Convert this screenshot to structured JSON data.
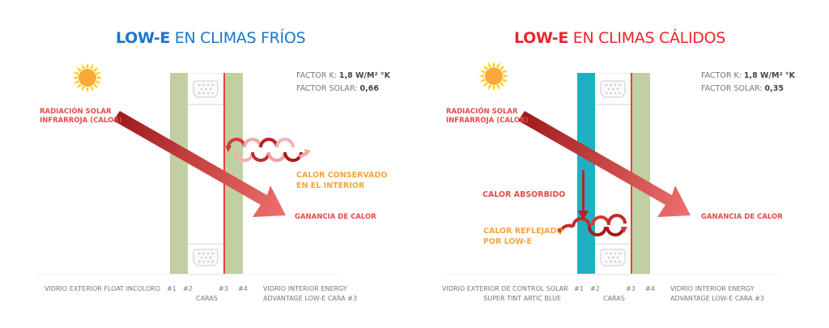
{
  "panels": [
    {
      "id": "cold",
      "title_bold": "LOW-E",
      "title_rest": " EN CLIMAS FRÍOS",
      "title_color": "#1a77c9",
      "factor_k_label": "FACTOR K:",
      "factor_k_value": "1,8 W/M² °K",
      "factor_solar_label": "FACTOR SOLAR:",
      "factor_solar_value": "0,66",
      "radiation_label_line1": "RADIACIÓN SOLAR",
      "radiation_label_line2": "INFRARROJA (CALOR)",
      "heat_conserved_line1": "CALOR CONSERVADO",
      "heat_conserved_line2": "EN EL INTERIOR",
      "heat_gain_label": "GANANCIA DE CALOR",
      "exterior_glass_label": "VIDRIO EXTERIOR FLOAT INCOLORO",
      "exterior_glass_label_line2": "",
      "face1": "#1",
      "face2": "#2",
      "face3": "#3",
      "face4": "#4",
      "faces_label": "CARAS",
      "interior_glass_line1": "VIDRIO INTERIOR ENERGY",
      "interior_glass_line2": "ADVANTAGE LOW-E CARA #3",
      "outer_pane_color": "#c2cfa2",
      "inner_pane_color": "#c2cfa2"
    },
    {
      "id": "warm",
      "title_bold": "LOW-E",
      "title_rest": " EN CLIMAS CÁLIDOS",
      "title_color": "#e8262d",
      "factor_k_label": "FACTOR K:",
      "factor_k_value": "1,8 W/M² °K",
      "factor_solar_label": "FACTOR SOLAR:",
      "factor_solar_value": "0,35",
      "radiation_label_line1": "RADIACIÓN SOLAR",
      "radiation_label_line2": "INFRARROJA (CALOR)",
      "heat_absorbed_label": "CALOR ABSORBIDO",
      "heat_reflected_line1": "CALOR REFLEJADO",
      "heat_reflected_line2": "POR LOW-E",
      "heat_gain_label": "GANANCIA DE CALOR",
      "exterior_glass_label": "VIDRIO EXTERIOR DE CONTROL SOLAR",
      "exterior_glass_label_line2": "SUPER TINT ARTIC BLUE",
      "face1": "#1",
      "face2": "#2",
      "face3": "#3",
      "face4": "#4",
      "faces_label": "CARAS",
      "interior_glass_line1": "VIDRIO INTERIOR ENERGY",
      "interior_glass_line2": "ADVANTAGE LOW-E CARA #3",
      "outer_pane_color": "#1db0c1",
      "inner_pane_color": "#c2cfa2"
    }
  ],
  "colors": {
    "lowe_coating": "#e8403c",
    "arrow_dark": "#9e1b1b",
    "arrow_light": "#f07070",
    "sun_core": "#f9a93c",
    "sun_rays": "#fcd116"
  }
}
